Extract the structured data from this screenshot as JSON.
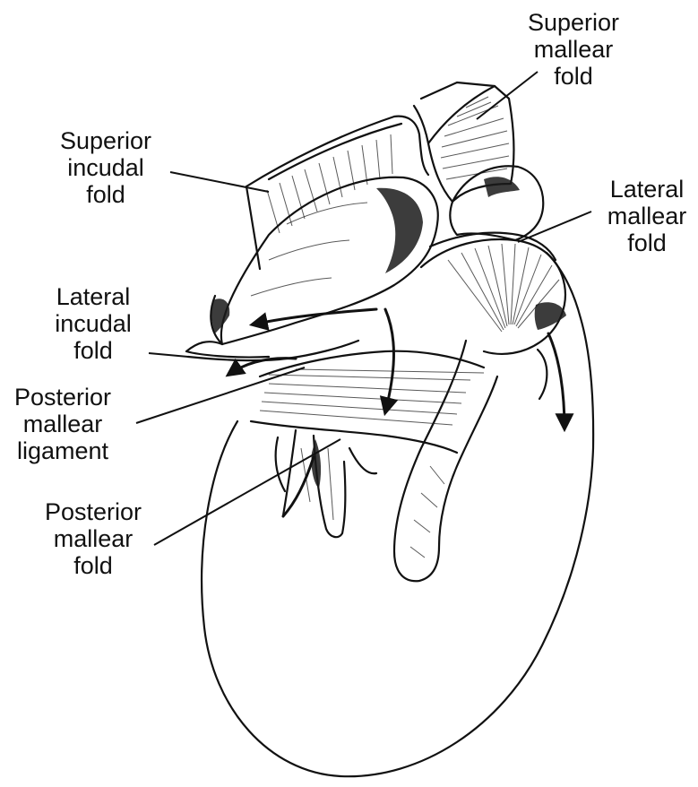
{
  "labels": {
    "superior_mallear_fold": [
      "Superior",
      "mallear",
      "fold"
    ],
    "superior_incudal_fold": [
      "Superior",
      "incudal",
      "fold"
    ],
    "lateral_mallear_fold": [
      "Lateral",
      "mallear",
      "fold"
    ],
    "lateral_incudal_fold": [
      "Lateral",
      "incudal",
      "fold"
    ],
    "posterior_mallear_ligament": [
      "Posterior",
      "mallear",
      "ligament"
    ],
    "posterior_mallear_fold": [
      "Posterior",
      "mallear",
      "fold"
    ]
  }
}
